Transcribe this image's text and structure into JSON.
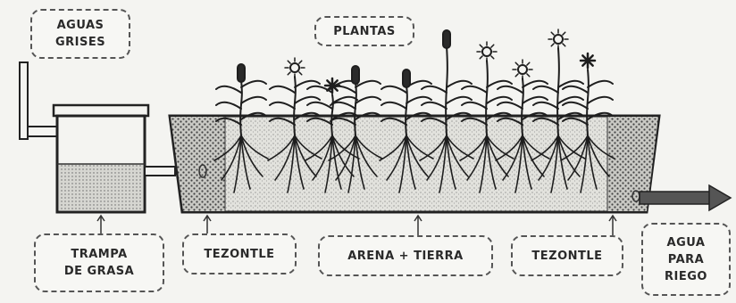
{
  "labels": {
    "greywater": [
      "AGUAS",
      "GRISES"
    ],
    "plants": "PLANTAS",
    "grease_trap": [
      "TRAMPA",
      "DE GRASA"
    ],
    "tezontle_left": "TEZONTLE",
    "sand_soil": "ARENA + TIERRA",
    "tezontle_right": "TEZONTLE",
    "irrigation_water": [
      "AGUA",
      "PARA",
      "RIEGO"
    ]
  },
  "colors": {
    "ink": "#2a2a2a",
    "paper": "#f4f4f1",
    "gravel": "#5a5a5a",
    "sand": "#9a9a9a"
  }
}
